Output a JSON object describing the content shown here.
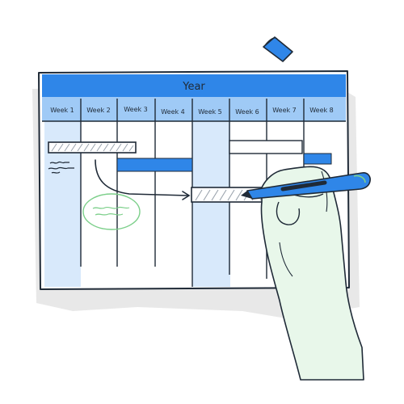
{
  "board": {
    "title": "Year",
    "weeks": [
      "Week 1",
      "Week 2",
      "Week 3",
      "Week 4",
      "Week 5",
      "Week 6",
      "Week 7",
      "Week 8"
    ]
  },
  "colors": {
    "header_blue": "#2f86e8",
    "week_row_blue": "#9fcaf6",
    "column_highlight": "#d8e9fb",
    "bar_blue": "#2f86e8",
    "marker_blue": "#2f86e8",
    "note_green": "#7ccf8a",
    "outline": "#1f2a37",
    "shadow_gray": "#e6e6e6"
  },
  "icons": [
    "marker-cap-icon",
    "marker-pen-icon",
    "note-bubble-icon",
    "arrow-icon",
    "hand-icon"
  ]
}
